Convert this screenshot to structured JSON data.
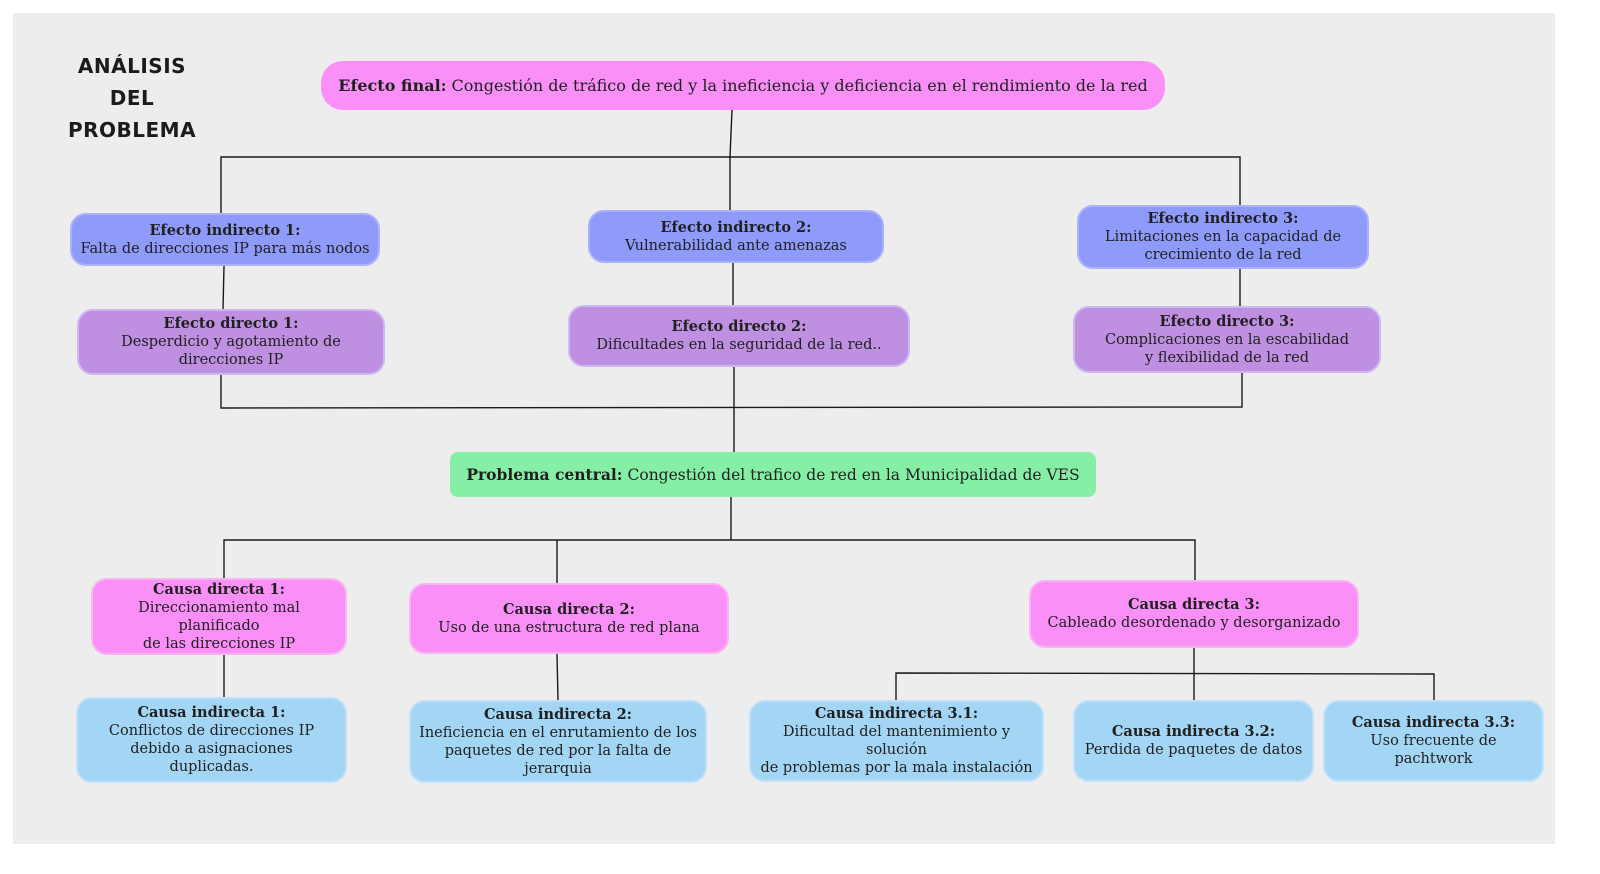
{
  "title": "ANÁLISIS DEL PROBLEMA",
  "efecto_final": {
    "heading": "Efecto final:",
    "text": "Congestión de tráfico de red y la ineficiencia y deficiencia en el rendimiento de la red"
  },
  "efectos_indirectos": [
    {
      "heading": "Efecto indirecto 1:",
      "text": "Falta de direcciones IP para  más nodos"
    },
    {
      "heading": "Efecto indirecto 2:",
      "text": "Vulnerabilidad ante amenazas"
    },
    {
      "heading": "Efecto indirecto 3:",
      "text": "Limitaciones en la capacidad de\ncrecimiento de la red"
    }
  ],
  "efectos_directos": [
    {
      "heading": "Efecto directo 1:",
      "text": "Desperdicio y agotamiento de\ndirecciones IP"
    },
    {
      "heading": "Efecto directo 2:",
      "text": "Dificultades en la seguridad de la red.."
    },
    {
      "heading": "Efecto directo 3:",
      "text": "Complicaciones en la escabilidad\ny flexibilidad de la red"
    }
  ],
  "problema_central": {
    "heading": "Problema central:",
    "text": "Congestión del trafico de red en la Municipalidad de VES"
  },
  "causas_directas": [
    {
      "heading": "Causa directa 1:",
      "text": "Direccionamiento mal planificado\nde las direcciones IP"
    },
    {
      "heading": "Causa directa 2:",
      "text": "Uso de una estructura de red plana"
    },
    {
      "heading": "Causa directa 3:",
      "text": "Cableado desordenado y desorganizado"
    }
  ],
  "causas_indirectas": [
    {
      "heading": "Causa indirecta 1:",
      "text": "Conflictos de direcciones IP\ndebido a asignaciones duplicadas."
    },
    {
      "heading": "Causa indirecta 2:",
      "text": "Ineficiencia en el enrutamiento de los\npaquetes de red por la falta de jerarquia"
    },
    {
      "heading": "Causa indirecta 3.1:",
      "text": "Dificultad del mantenimiento y solución\nde problemas por la mala instalación"
    },
    {
      "heading": "Causa indirecta 3.2:",
      "text": "Perdida de paquetes de datos"
    },
    {
      "heading": "Causa indirecta 3.3:",
      "text": "Uso frecuente de pachtwork"
    }
  ],
  "colors": {
    "efecto_final": "#fa8ff7",
    "efecto_indirecto": "#8f9bfb",
    "efecto_directo": "#bf8fe2",
    "problema_central": "#86efa6",
    "causa_directa": "#fa8ff7",
    "causa_indirecta": "#a3d5f4",
    "background": "#ededed"
  }
}
